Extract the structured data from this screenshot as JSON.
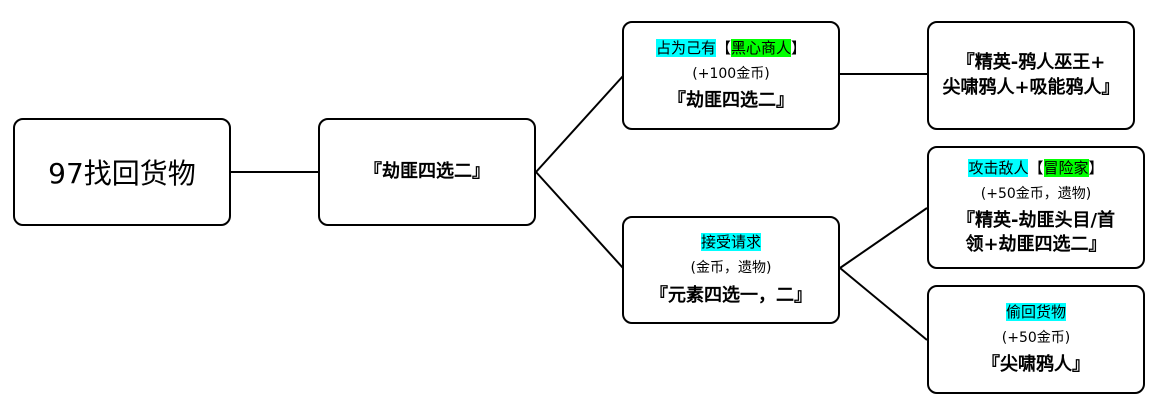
{
  "root": {
    "label": "97找回货物"
  },
  "hub": {
    "label": "『劫匪四选二』"
  },
  "option_seize": {
    "choice": "占为己有",
    "bracket_open": "【",
    "tag": "黑心商人",
    "bracket_close": "】",
    "reward": "(+100金币)",
    "encounter": "『劫匪四选二』"
  },
  "result_seize": {
    "line1": "『精英-鸦人巫王+",
    "line2": "尖啸鸦人+吸能鸦人』"
  },
  "option_accept": {
    "choice": "接受请求",
    "reward": "(金币，遗物)",
    "encounter": "『元素四选一，二』"
  },
  "option_attack": {
    "choice": "攻击敌人",
    "bracket_open": "【",
    "tag": "冒险家",
    "bracket_close": "】",
    "reward": "(+50金币，遗物)",
    "encounter_line1": "『精英-劫匪头目/首",
    "encounter_line2": "领+劫匪四选二』"
  },
  "option_steal": {
    "choice": "偷回货物",
    "reward": "(+50金币)",
    "encounter": "『尖啸鸦人』"
  }
}
